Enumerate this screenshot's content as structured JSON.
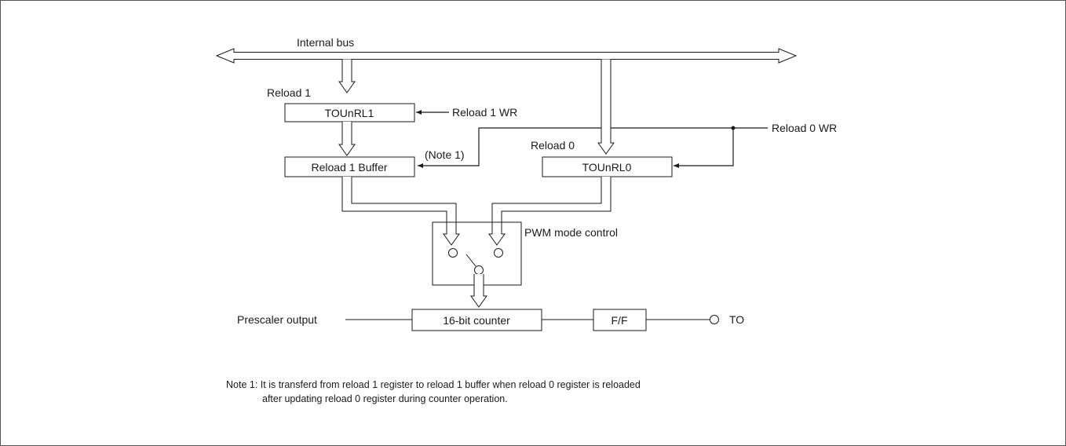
{
  "labels": {
    "internal_bus": "Internal bus",
    "reload1": "Reload 1",
    "reload0": "Reload 0",
    "reload1_wr": "Reload 1 WR",
    "reload0_wr": "Reload 0 WR",
    "note1_tag": "(Note 1)",
    "pwm_mode_control": "PWM mode control",
    "prescaler_output": "Prescaler output",
    "to_pin": "TO"
  },
  "blocks": {
    "tounrl1": "TOUnRL1",
    "reload1_buffer": "Reload 1 Buffer",
    "tounrl0": "TOUnRL0",
    "counter": "16-bit counter",
    "flipflop": "F/F"
  },
  "note": {
    "line1": "Note 1: It is transferd from reload 1 register to reload 1 buffer when reload 0 register is reloaded",
    "line2": "after updating reload 0 register  during counter operation."
  }
}
